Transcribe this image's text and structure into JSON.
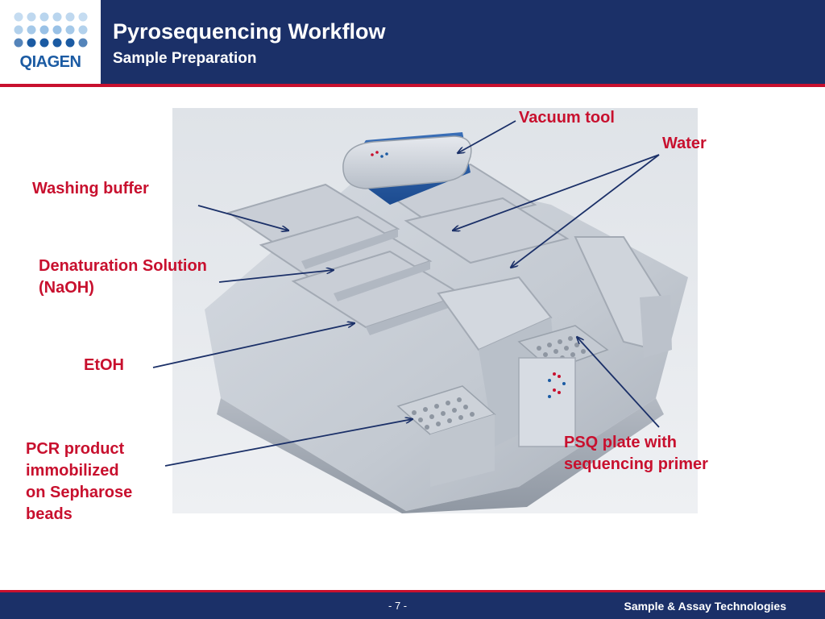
{
  "header": {
    "title": "Pyrosequencing Workflow",
    "subtitle": "Sample Preparation",
    "logo_text": "QIAGEN",
    "logo_icon": "qiagen-dot-grid-icon",
    "colors": {
      "header_bg": "#1b3068",
      "accent": "#c8102e",
      "logo_blue": "#1b5ba3"
    }
  },
  "figure": {
    "description_icon": "vacuum-workstation-photo"
  },
  "labels": {
    "vacuum_tool": "Vacuum tool",
    "water": "Water",
    "washing_buffer": "Washing buffer",
    "denaturation_line1": "Denaturation Solution",
    "denaturation_line2": "(NaOH)",
    "etoh": "EtOH",
    "pcr_line1": "PCR product",
    "pcr_line2": "immobilized",
    "pcr_line3": "on Sepharose",
    "pcr_line4": "beads",
    "psq_line1": "PSQ plate with",
    "psq_line2": "sequencing primer"
  },
  "footer": {
    "page_number": "- 7 -",
    "right_text": "Sample & Assay Technologies"
  }
}
